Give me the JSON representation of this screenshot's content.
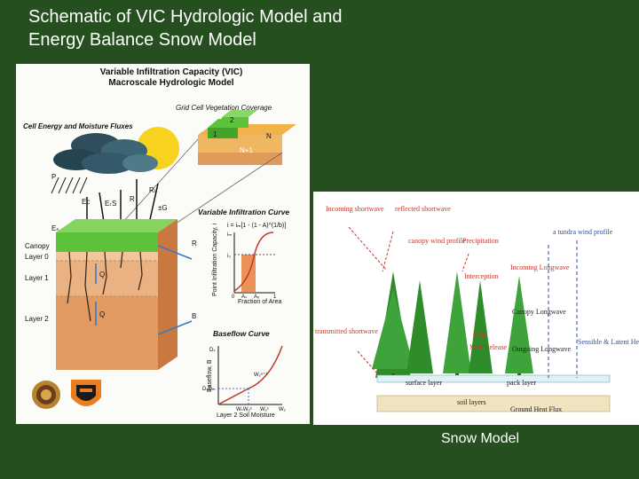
{
  "slide": {
    "title_line1": "Schematic of VIC Hydrologic Model and",
    "title_line2": "Energy Balance Snow Model",
    "caption": "Snow Model"
  },
  "vic_diagram": {
    "heading_line1": "Variable Infiltration Capacity (VIC)",
    "heading_line2": "Macroscale Hydrologic Model",
    "grid_cell_label": "Grid Cell Vegetation Coverage",
    "fluxes_label": "Cell Energy and Moisture Fluxes",
    "veg_tiles": [
      "1",
      "2",
      "N",
      "N+1"
    ],
    "flux_symbols": [
      "P",
      "Eᴄ",
      "Eₜ",
      "S",
      "R",
      "Rₗ",
      "±G",
      "Eₙ"
    ],
    "layer_labels": [
      "Canopy",
      "Layer 0",
      "Layer 1",
      "Layer 2"
    ],
    "soil_flux_symbols": [
      "Q",
      "Q",
      "R",
      "B"
    ],
    "infiltration_title": "Variable Infiltration Curve",
    "infiltration_equation": "i = iₘ[1 - (1 - A)^(1/b)]",
    "infiltration_ylabel": "Point Infiltration Capacity, i",
    "infiltration_xlabel": "Fraction of Area",
    "infiltration_ticks": [
      "iₘ",
      "i₀",
      "0",
      "Aₛ",
      "Aₓ",
      "1"
    ],
    "baseflow_title": "Baseflow Curve",
    "baseflow_ylabel": "Baseflow, B",
    "baseflow_xlabel": "Layer 2 Soil Moisture",
    "baseflow_ticks": [
      "Dₛ",
      "DₛDₘ",
      "WₛW₂ᶜ",
      "W₂ᶜ",
      "W₂"
    ],
    "baseflow_point": "W₂ⁿ⁺¹"
  },
  "snow_diagram": {
    "labels_red": [
      "Incoming shortwave",
      "reflected shortwave",
      "canopy wind profile",
      "Precipitation",
      "Incoming Longwave",
      "Interception",
      "Drip",
      "Melt Release",
      "transmitted shortwave"
    ],
    "labels_black": [
      "Canopy Longwave",
      "Outgoing Longwave",
      "surface layer",
      "pack layer",
      "soil layers",
      "Ground Heat Flux"
    ],
    "labels_blue": [
      "a tundra wind profile",
      "Sensible & Latent Heat"
    ]
  },
  "colors": {
    "background": "#254f1f",
    "canopy_green": "#5cc23a",
    "soil_top": "#f3c59a",
    "soil_mid": "#e7a26c",
    "soil_deep": "#de8f57",
    "arrow_blue": "#3d77c6",
    "tree_green": "#2f8c2a"
  }
}
